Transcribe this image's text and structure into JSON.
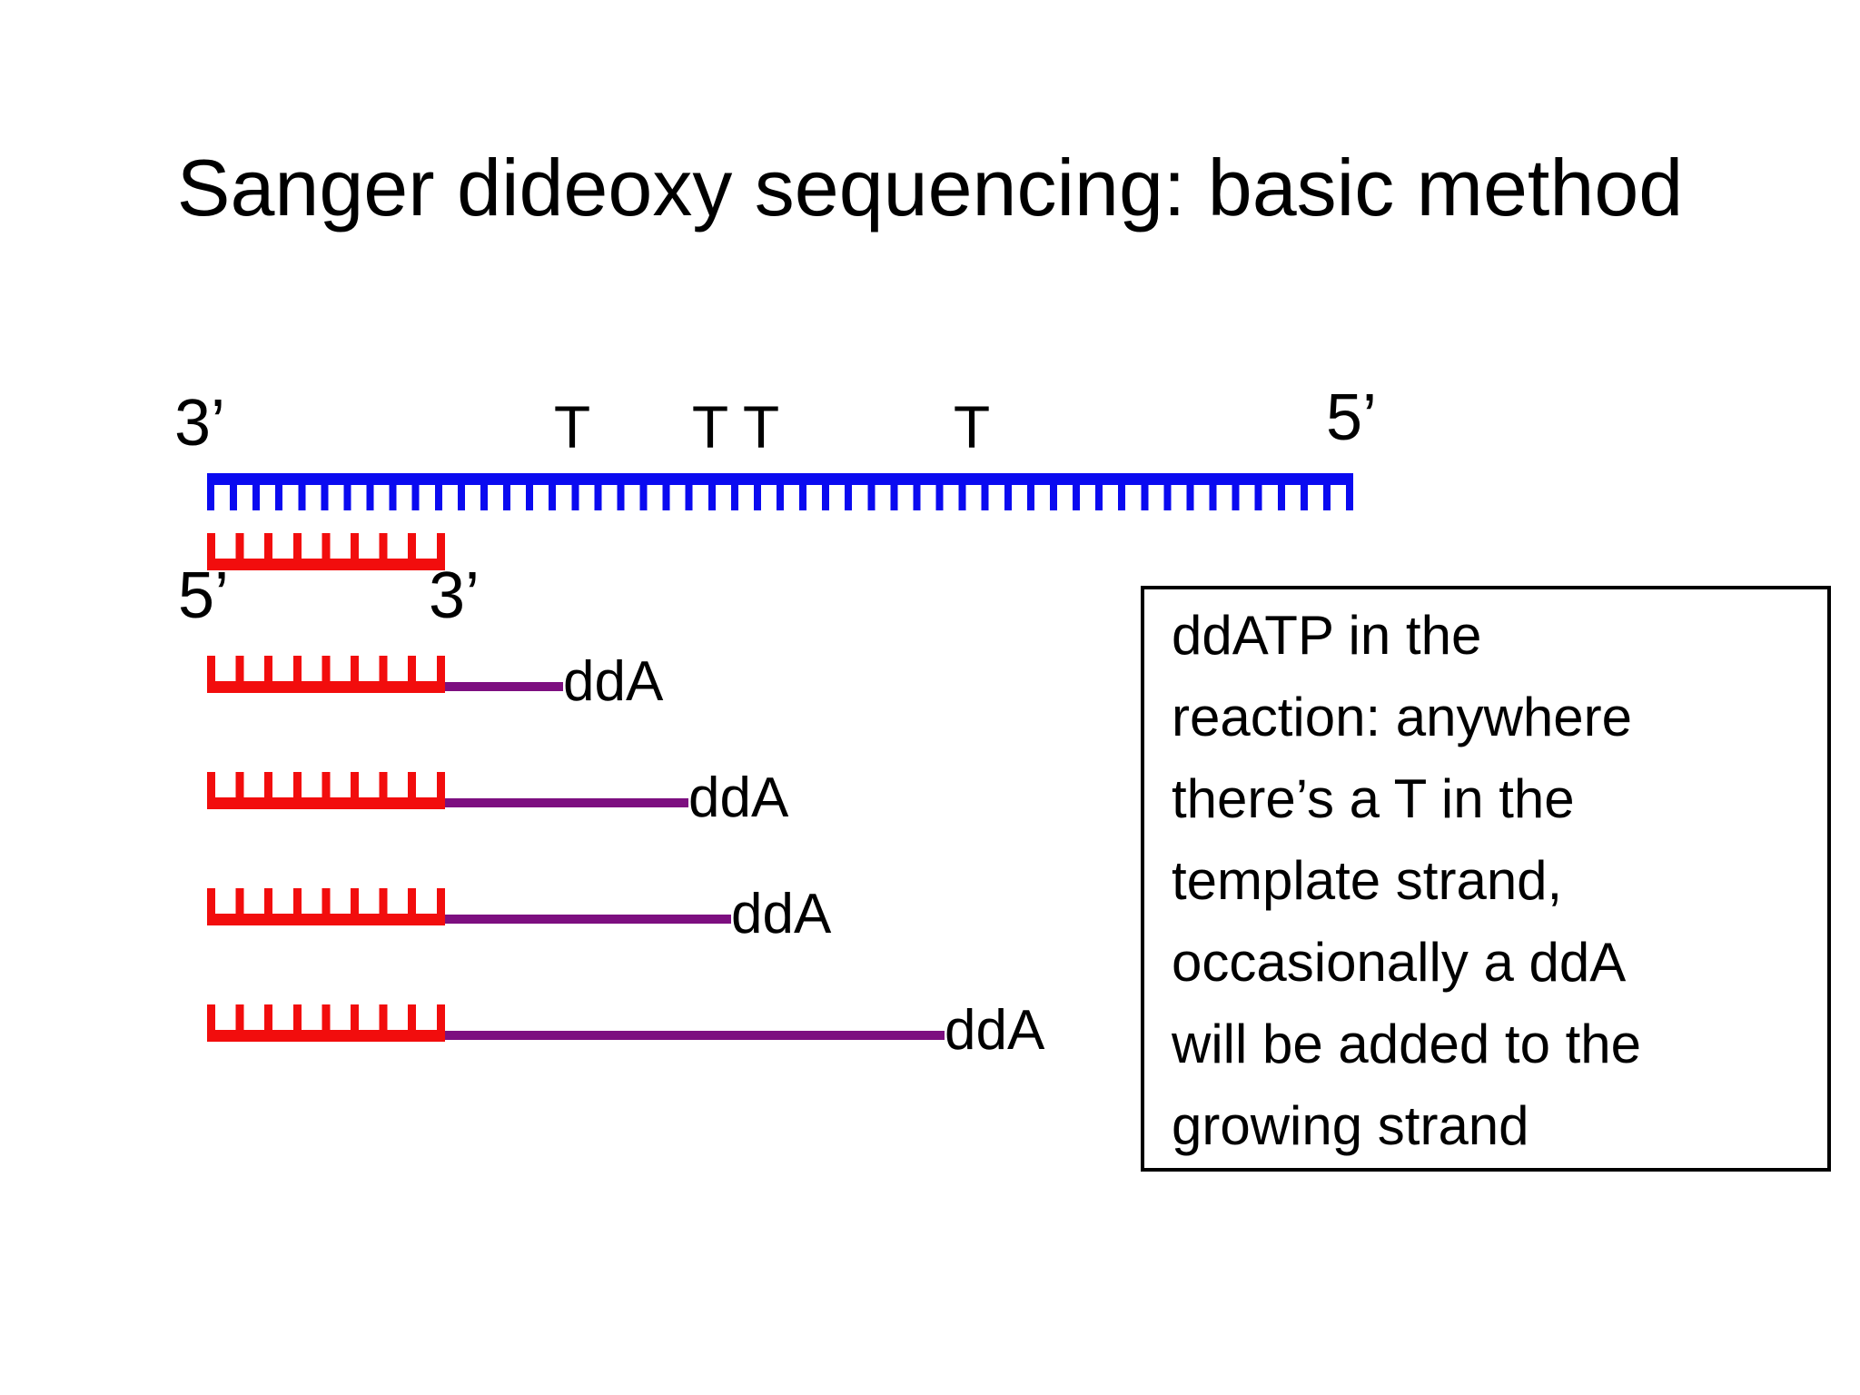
{
  "slide": {
    "title": "Sanger dideoxy sequencing: basic method"
  },
  "template_strand": {
    "left_end_label": "3’",
    "right_end_label": "5’",
    "t_labels": [
      "T",
      "T",
      "T",
      "T"
    ]
  },
  "primer": {
    "left_end_label": "5’",
    "right_end_label": "3’"
  },
  "products": [
    {
      "label": "ddA"
    },
    {
      "label": "ddA"
    },
    {
      "label": "ddA"
    },
    {
      "label": "ddA"
    }
  ],
  "note_box": {
    "text": "ddATP in the\nreaction: anywhere\nthere’s a T in the\ntemplate strand,\noccasionally a ddA\nwill be added to the\ngrowing strand"
  },
  "colors": {
    "template": "#0a0af0",
    "primer": "#f20d0d",
    "extension": "#7d0f80"
  }
}
